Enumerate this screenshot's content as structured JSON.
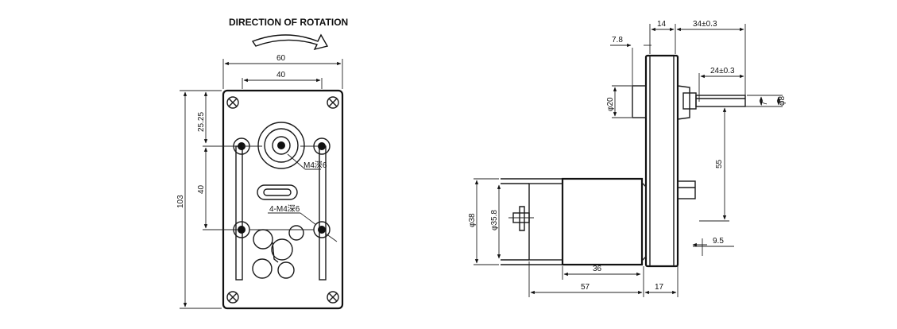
{
  "title": "DIRECTION OF ROTATION",
  "front": {
    "width_outer": "60",
    "width_holes": "40",
    "height_total": "103",
    "offset_top": "25.25",
    "hole_pitch": "40",
    "shaft_thread": "M4深6",
    "mount_thread": "4-M4深6"
  },
  "side": {
    "flange": "14",
    "gap": "7.8",
    "shaft_len": "34±0.3",
    "shaft_inner": "24±0.3",
    "boss_dia": "φ20",
    "shaft_flat": "7",
    "shaft_dia": "φ8",
    "shaft_to_motor": "55",
    "motor_dia": "φ38",
    "motor_inner_dia": "φ35.8",
    "motor_can": "36",
    "motor_len": "57",
    "gearbox_len": "17",
    "offset_bottom": "9.5"
  }
}
